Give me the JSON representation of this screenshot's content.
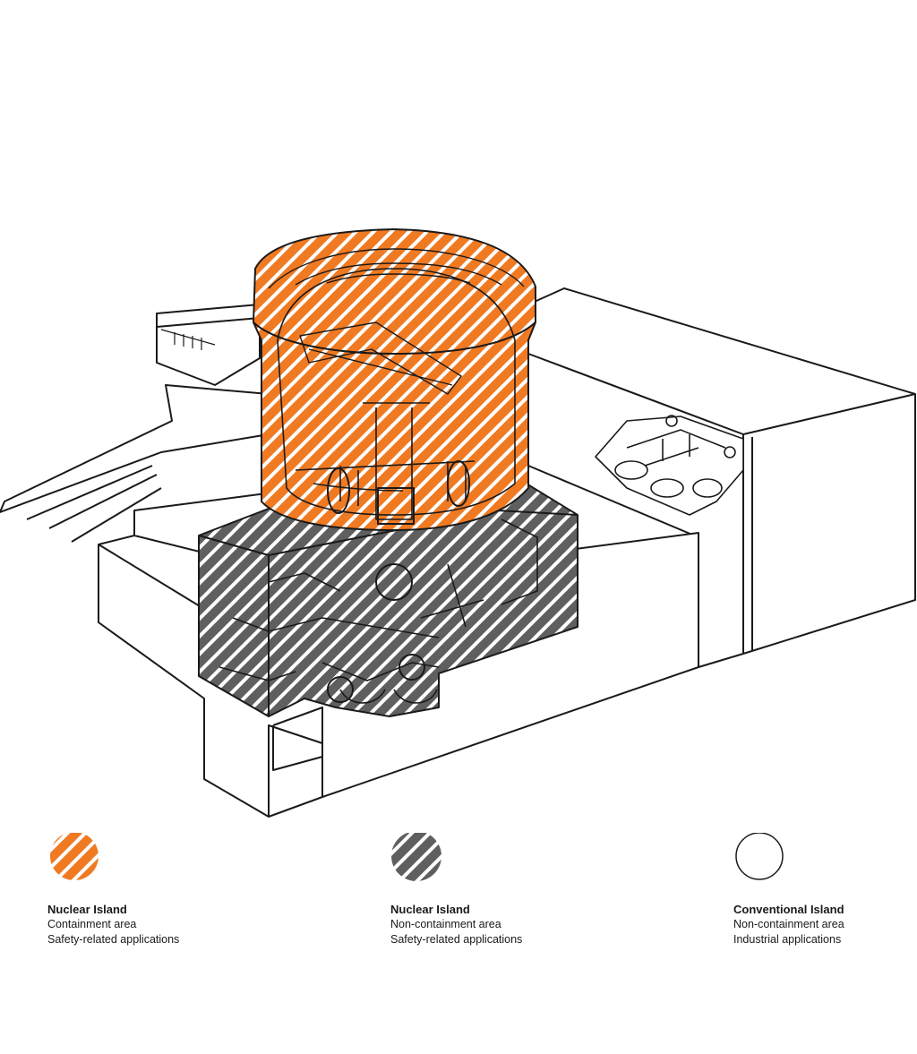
{
  "colors": {
    "containment": "#f07a22",
    "non_containment": "#666666",
    "conventional": "#ffffff",
    "line": "#1a1a1a"
  },
  "legend": [
    {
      "title": "Nuclear Island",
      "line1": "Containment area",
      "line2": "Safety-related applications",
      "swatch": "orange-hatched"
    },
    {
      "title": "Nuclear Island",
      "line1": "Non-containment area",
      "line2": "Safety-related applications",
      "swatch": "gray-hatched"
    },
    {
      "title": "Conventional Island",
      "line1": "Non-containment area",
      "line2": "Industrial applications",
      "swatch": "white"
    }
  ]
}
